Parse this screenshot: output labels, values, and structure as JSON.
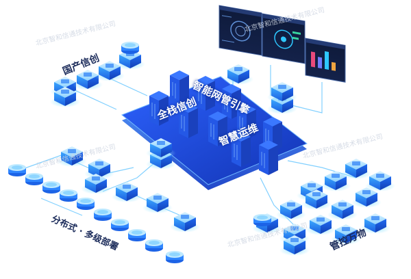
{
  "titles": {
    "domestic": "国产信创",
    "distributed": "分布式 · 多级部署",
    "control": "管控万物"
  },
  "platform": {
    "banner_top": "智能网管引擎",
    "banner_left": "全栈信创",
    "banner_right": "智慧运维"
  },
  "watermark": "北京智和信通技术有限公司",
  "colors": {
    "platform": "#1f4fd8",
    "accent": "#2ec7ff",
    "text_dark": "#1b2b5a",
    "glow": "#4fc3ff"
  },
  "icons": [
    "server-stack-icon",
    "cloud-node-icon",
    "monitor-screen-icon",
    "database-cylinder-icon",
    "cube-node-icon"
  ]
}
